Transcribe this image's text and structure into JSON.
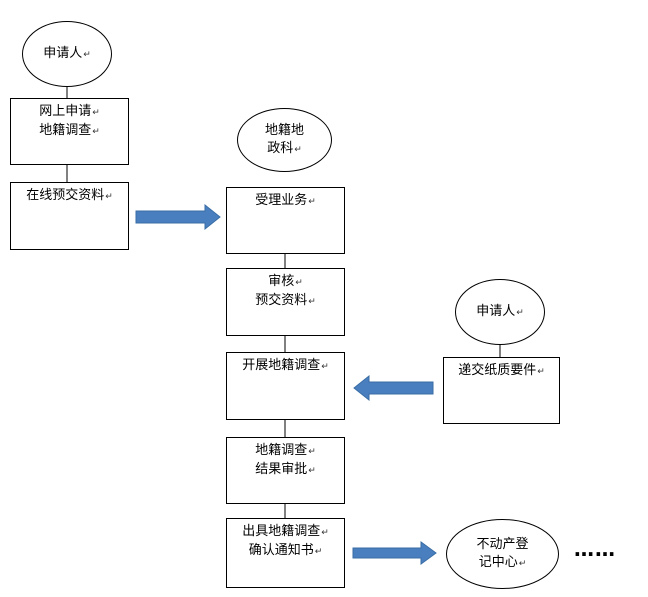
{
  "diagram": {
    "applicant_top": [
      "申请人"
    ],
    "online_apply": [
      "网上申请",
      "地籍调查"
    ],
    "online_submit": [
      "在线预交资料"
    ],
    "dept": [
      "地籍地",
      "政科"
    ],
    "accept": [
      "受理业务"
    ],
    "review": [
      "审核",
      "预交资料"
    ],
    "survey": [
      "开展地籍调查"
    ],
    "approve": [
      "地籍调查",
      "结果审批"
    ],
    "issue": [
      "出具地籍调查",
      "确认通知书"
    ],
    "applicant_right": [
      "申请人"
    ],
    "paper_submit": [
      "递交纸质要件"
    ],
    "registry": [
      "不动产登",
      "记中心"
    ],
    "continuation": "……",
    "paragraph_mark": "↵",
    "arrow_color": "#4a7fbf"
  }
}
